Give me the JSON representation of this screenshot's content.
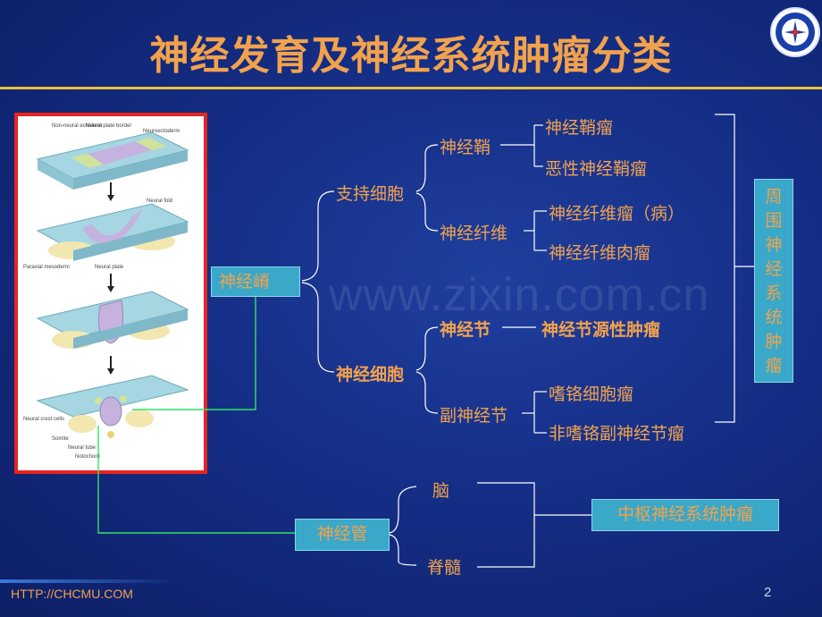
{
  "title": "神经发育及神经系统肿瘤分类",
  "figure": {
    "labels": [
      "Non-neural ectoderm",
      "Neural plate border",
      "Neuroectoderm",
      "Neural fold",
      "Paraxial mesoderm",
      "Neural plate",
      "Neural crest cells",
      "Somite",
      "Neural tube",
      "Notochord"
    ]
  },
  "nodes": {
    "neural_crest": "神经嵴",
    "support_cells": "支持细胞",
    "sheath": "神经鞘",
    "fiber": "神经纤维",
    "schwannoma": "神经鞘瘤",
    "malignant_schwannoma": "恶性神经鞘瘤",
    "neurofibroma": "神经纤维瘤（病）",
    "neurofibrosarcoma": "神经纤维肉瘤",
    "neural_cells": "神经细胞",
    "ganglion": "神经节",
    "ganglion_tumor": "神经节源性肿瘤",
    "paraganglion": "副神经节",
    "pheochromocytoma": "嗜铬细胞瘤",
    "non_chromaffin_paraganglioma": "非嗜铬副神经节瘤",
    "peripheral_tumor": "周围神经系统肿瘤",
    "neural_tube": "神经管",
    "brain": "脑",
    "spinal_cord": "脊髓",
    "cns_tumor": "中枢神经系统肿瘤"
  },
  "watermark": "www.zixin.com.cn",
  "footer": "HTTP://CHCMU.COM",
  "page_number": "2"
}
